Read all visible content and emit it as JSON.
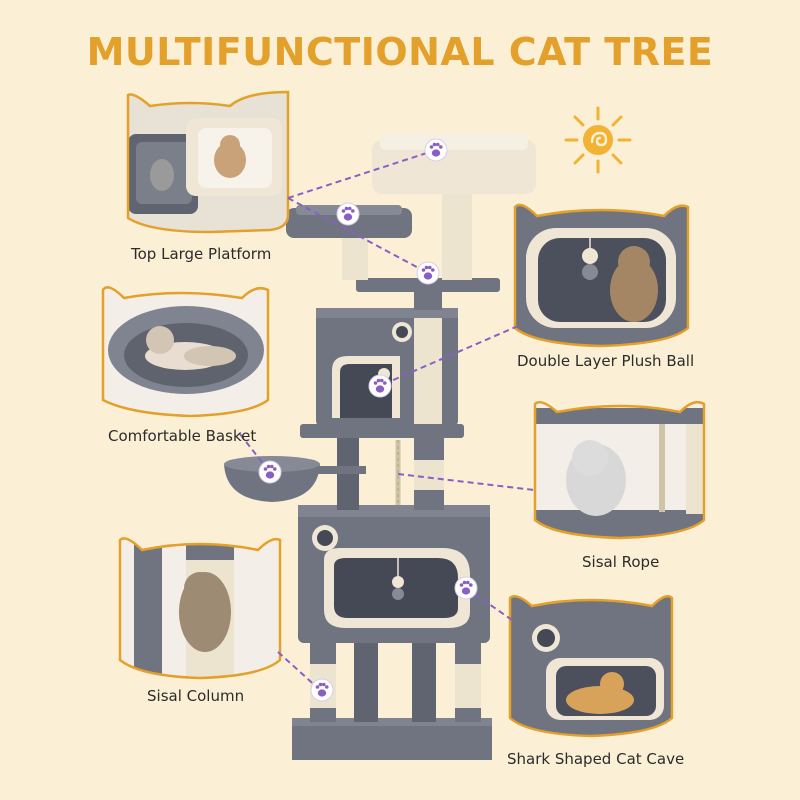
{
  "title": "MULTIFUNCTIONAL CAT TREE",
  "colors": {
    "background": "#fbf0d6",
    "title": "#e3a02a",
    "frame_border": "#e3a02a",
    "tree_gray": "#6f7480",
    "tree_gray_dark": "#5a5f6a",
    "plush_beige": "#efe6d6",
    "sisal": "#ece4cf",
    "paw_badge": "#8a5fc4",
    "dashed_line": "#8a5fc4",
    "sun": "#f2b233"
  },
  "features": [
    {
      "id": "top-large-platform",
      "label": "Top Large Platform",
      "side": "left",
      "icon": "paw-icon"
    },
    {
      "id": "comfortable-basket",
      "label": "Comfortable Basket",
      "side": "left",
      "icon": "paw-icon"
    },
    {
      "id": "sisal-column",
      "label": "Sisal Column",
      "side": "left",
      "icon": "paw-icon"
    },
    {
      "id": "double-layer-plush-ball",
      "label": "Double Layer Plush Ball",
      "side": "right",
      "icon": "paw-icon"
    },
    {
      "id": "sisal-rope",
      "label": "Sisal Rope",
      "side": "right",
      "icon": "paw-icon"
    },
    {
      "id": "shark-shaped-cat-cave",
      "label": "Shark Shaped Cat Cave",
      "side": "right",
      "icon": "paw-icon"
    }
  ],
  "decorations": {
    "sun": "sun-icon"
  }
}
